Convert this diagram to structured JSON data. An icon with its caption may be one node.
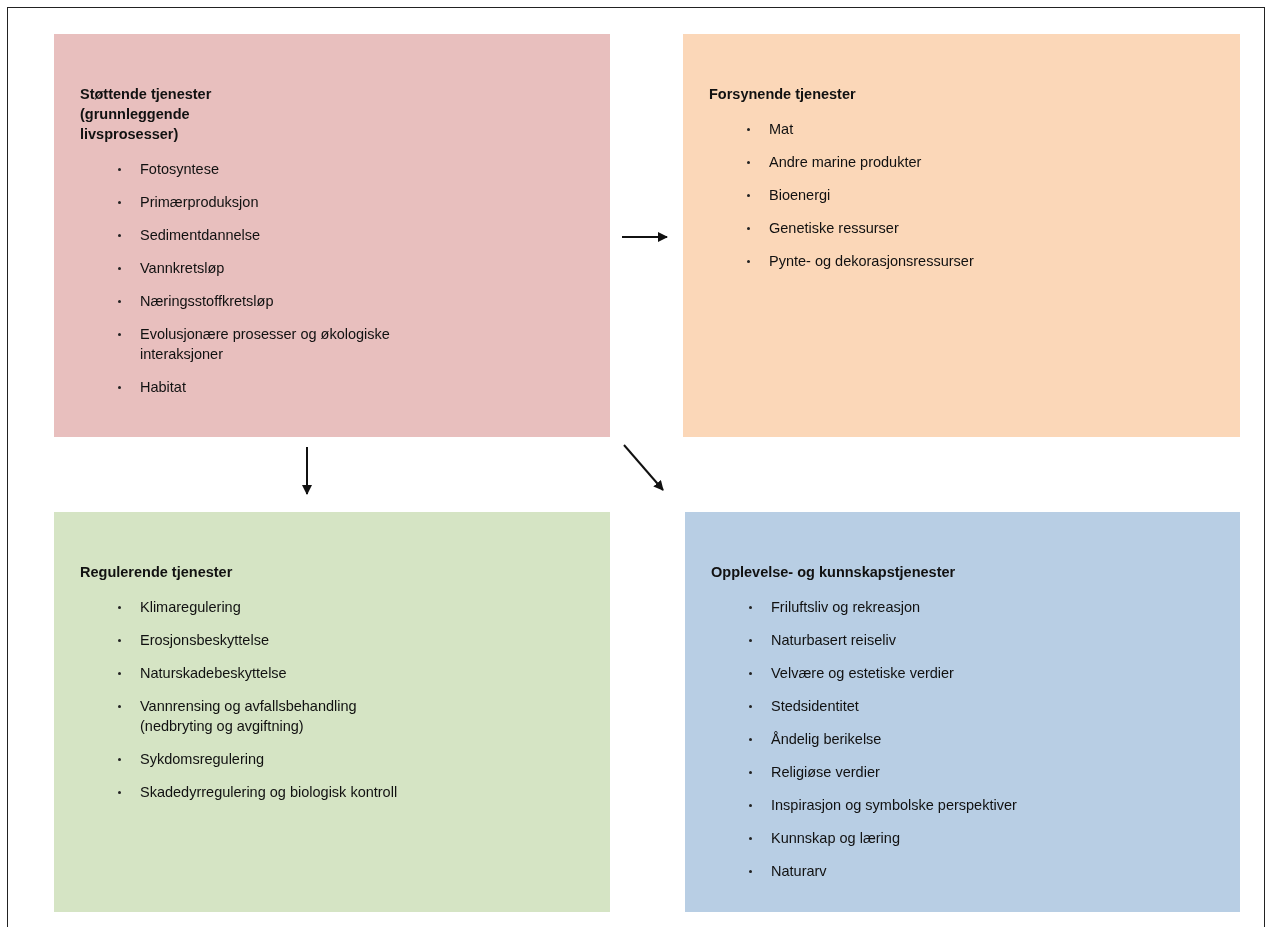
{
  "diagram": {
    "nodes": [
      {
        "text": [
          "Støttende tjenester (grunnleggende livsprosesser)",
          "Fotosyntese",
          "Primærproduksjon",
          "Sedimentdannelse",
          "Vannkretsløp",
          "Næringsstoffkretsløp",
          "Evolusjonære prosesser og økologiske interaksjoner",
          "Habitat"
        ]
      },
      {
        "text": [
          "Forsynende tjenester",
          "Mat",
          "Andre marine produkter",
          "Bioenergi",
          "Genetiske ressurser",
          "Pynte- og dekorasjonsressurser"
        ]
      },
      {
        "text": [
          "Regulerende tjenester",
          "Klimaregulering",
          "Erosjonsbeskyttelse",
          "Naturskadebeskyttelse",
          "Vannrensing og avfallsbehandling (nedbryting og avgiftning)",
          "Sykdomsregulering",
          "Skadedyrregulering og biologisk kontroll"
        ]
      },
      {
        "text": [
          "Opplevelse- og kunnskapstjenester",
          "Friluftsliv og rekreasjon",
          "Naturbasert reiseliv",
          "Velvære og estetiske verdier",
          "Stedsidentitet",
          "Åndelig berikelse",
          "Religiøse verdier",
          "Inspirasjon og symbolske perspektiver",
          "Kunnskap og læring",
          "Naturarv"
        ]
      }
    ],
    "edges": [
      {
        "from": 0,
        "to": 1,
        "arrow": "to"
      },
      {
        "from": 0,
        "to": 2,
        "arrow": "to"
      },
      {
        "from": 0,
        "to": 3,
        "arrow": "to"
      }
    ]
  }
}
